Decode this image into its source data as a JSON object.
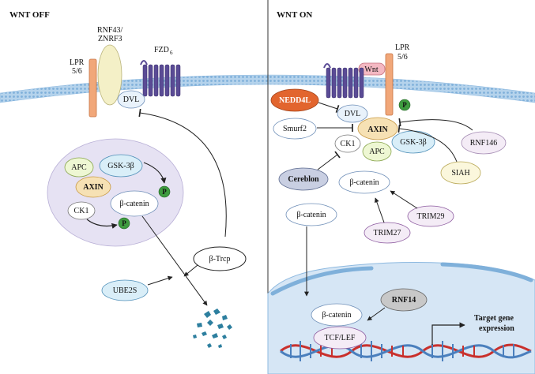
{
  "panels": {
    "off_title": "WNT OFF",
    "on_title": "WNT ON"
  },
  "off": {
    "lpr": [
      "LPR",
      "5/6"
    ],
    "rnf43": [
      "RNF43/",
      "ZNRF3"
    ],
    "fzd": "FZD",
    "fzd_sub": "6",
    "dvl": "DVL",
    "apc": "APC",
    "gsk": "GSK-3β",
    "axin": "AXIN",
    "bcat": "β-catenin",
    "ck1": "CK1",
    "p": "P",
    "btrcp": "β-Trcp",
    "ube2s": "UBE2S"
  },
  "on": {
    "wnt": "Wnt",
    "lpr": [
      "LPR",
      "5/6"
    ],
    "nedd4l": "NEDD4L",
    "dvl": "DVL",
    "smurf2": "Smurf2",
    "axin": "AXIN",
    "ck1": "CK1",
    "apc": "APC",
    "gsk": "GSK-3β",
    "p": "P",
    "rnf146": "RNF146",
    "siah": "SIAH",
    "cereblon": "Cereblon",
    "bcat_mid": "β-catenin",
    "bcat_left": "β-catenin",
    "trim29": "TRIM29",
    "trim27": "TRIM27",
    "rnf14": "RNF14",
    "bcat_nuc": "β-catenin",
    "tcf": "TCF/LEF",
    "target": [
      "Target gene",
      "expression"
    ]
  },
  "colors": {
    "membrane": "#b5d3ec",
    "receptor_orange": "#f1a779",
    "rnf43_fill": "#f4f0c7",
    "fzd_purple": "#5a4b95",
    "dvl_fill": "#e9f2fb",
    "complex_fill": "#e6e2f3",
    "axin_fill": "#f6e1b4",
    "apc_fill": "#eef7d3",
    "gsk_fill": "#d9eef8",
    "ck1_fill": "#ffffff",
    "p_green": "#3e9b3f",
    "nedd4l_fill": "#e2652e",
    "wnt_fill": "#f4b8c2",
    "nucleus_fill": "#d6e6f5",
    "siah_fill": "#fbf7dc",
    "cereblon_fill": "#c9cfe2",
    "trim_fill": "#f4ecf6",
    "rnf14_fill": "#c8c8c8",
    "dna_red": "#c9302c",
    "dna_blue": "#4a7fbd"
  }
}
